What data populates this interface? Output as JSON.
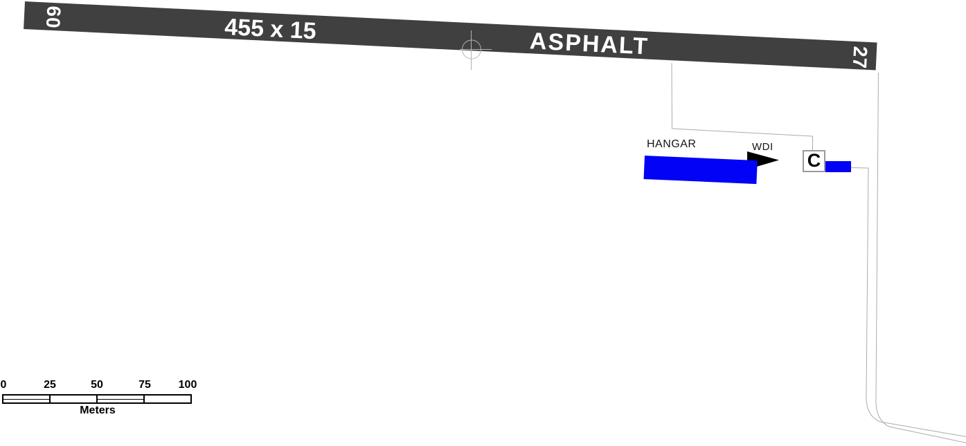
{
  "runway": {
    "number_low_end": "09",
    "number_high_end": "27",
    "size_label": "455 x 15",
    "surface_label": "ASPHALT",
    "fill_color": "#404040",
    "text_color": "#FFFFFF"
  },
  "apron": {
    "hangar_label": "HANGAR",
    "wdi_label": "WDI",
    "c_marker_label": "C",
    "building_color": "#0203F6"
  },
  "scale_bar": {
    "tick_labels": [
      "0",
      "25",
      "50",
      "75",
      "100"
    ],
    "unit_label": "Meters"
  },
  "colors": {
    "thin_line_gray": "#ABABAB",
    "arp_symbol_gray": "#B3B3B3",
    "wdi_arrow_black": "#000000"
  }
}
